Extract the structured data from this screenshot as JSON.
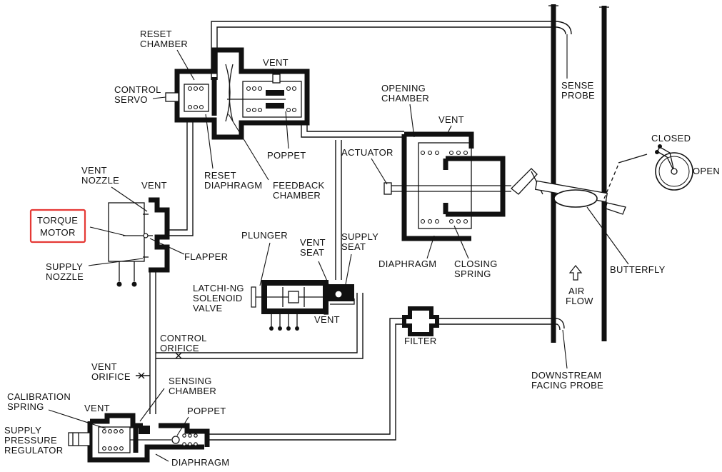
{
  "labels": {
    "reset_chamber": [
      "RESET",
      "CHAMBER"
    ],
    "control_servo": [
      "CONTROL",
      "SERVO"
    ],
    "vent_top": "VENT",
    "poppet_top": "POPPET",
    "reset_diaphragm": [
      "RESET",
      "DIAPHRAGM"
    ],
    "feedback_chamber": [
      "FEEDBACK",
      "CHAMBER"
    ],
    "opening_chamber": [
      "OPENING",
      "CHAMBER"
    ],
    "vent_actuator": "VENT",
    "actuator": "ACTUATOR",
    "diaphragm_actuator": "DIAPHRAGM",
    "closing_spring": [
      "CLOSING",
      "SPRING"
    ],
    "sense_probe": [
      "SENSE",
      "PROBE"
    ],
    "closed": "CLOSED",
    "open": "OPEN",
    "butterfly": "BUTTERFLY",
    "air_flow": [
      "AIR",
      "FLOW"
    ],
    "vent_nozzle": [
      "VENT",
      "NOZZLE"
    ],
    "vent_torque": "VENT",
    "torque_motor": [
      "TORQUE",
      "MOTOR"
    ],
    "flapper": "FLAPPER",
    "supply_nozzle": [
      "SUPPLY",
      "NOZZLE"
    ],
    "plunger": "PLUNGER",
    "vent_seat": [
      "VENT",
      "SEAT"
    ],
    "supply_seat": [
      "SUPPLY",
      "SEAT"
    ],
    "latching_solenoid_valve": [
      "LATCHI-NG",
      "SOLENOID",
      "VALVE"
    ],
    "vent_solenoid": "VENT",
    "control_orifice": [
      "CONTROL",
      "ORIFICE"
    ],
    "filter": "FILTER",
    "downstream_facing_probe": [
      "DOWNSTREAM",
      "FACING PROBE"
    ],
    "vent_orifice": [
      "VENT",
      "ORIFICE"
    ],
    "sensing_chamber": [
      "SENSING",
      "CHAMBER"
    ],
    "calibration_spring": [
      "CALIBRATION",
      "SPRING"
    ],
    "vent_regulator": "VENT",
    "poppet_regulator": "POPPET",
    "supply_pressure_regulator": [
      "SUPPLY",
      "PRESSURE",
      "REGULATOR"
    ],
    "diaphragm_regulator": "DIAPHRAGM"
  },
  "colors": {
    "highlight": "#e53935",
    "ink": "#111111"
  }
}
